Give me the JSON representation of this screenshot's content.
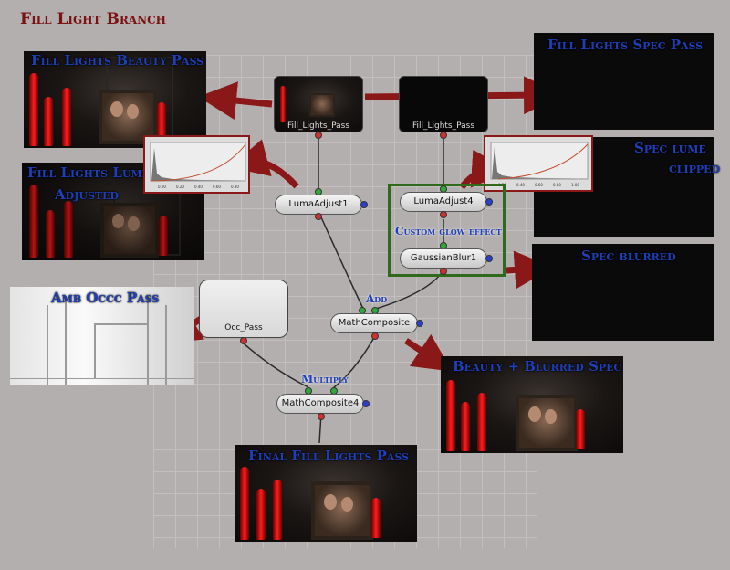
{
  "title": "Fill Light Branch",
  "labels": {
    "fill_beauty": "Fill Lights Beauty Pass",
    "fill_spec": "Fill Lights Spec Pass",
    "fill_lume": "Fill Lights Lume",
    "adjusted": "Adjusted",
    "spec_lume": "Spec lume",
    "clipped": "clipped",
    "spec_blurred": "Spec blurred",
    "amb_occ": "Amb Occc Pass",
    "beauty_blurred": "Beauty + Blurred Spec",
    "final": "Final Fill Lights Pass",
    "custom_glow": "Custom glow effect",
    "add": "Add",
    "multiply": "Multiply"
  },
  "nodes": {
    "fill_lights_pass": "Fill_Lights_Pass",
    "fill_lights_pass_2": "Fill_Lights_Pass",
    "luma1": "LumaAdjust1",
    "luma4": "LumaAdjust4",
    "gblur": "GaussianBlur1",
    "occ": "Occ_Pass",
    "mathcomp": "MathComposite",
    "mathcomp4": "MathComposite4"
  },
  "colors": {
    "arrow": "#8a1818",
    "label": "#1f3fb8",
    "group": "#2f6a1c"
  },
  "curve_ticks": [
    "0.00",
    "0.20",
    "0.40",
    "0.60",
    "0.80",
    "1.00"
  ]
}
